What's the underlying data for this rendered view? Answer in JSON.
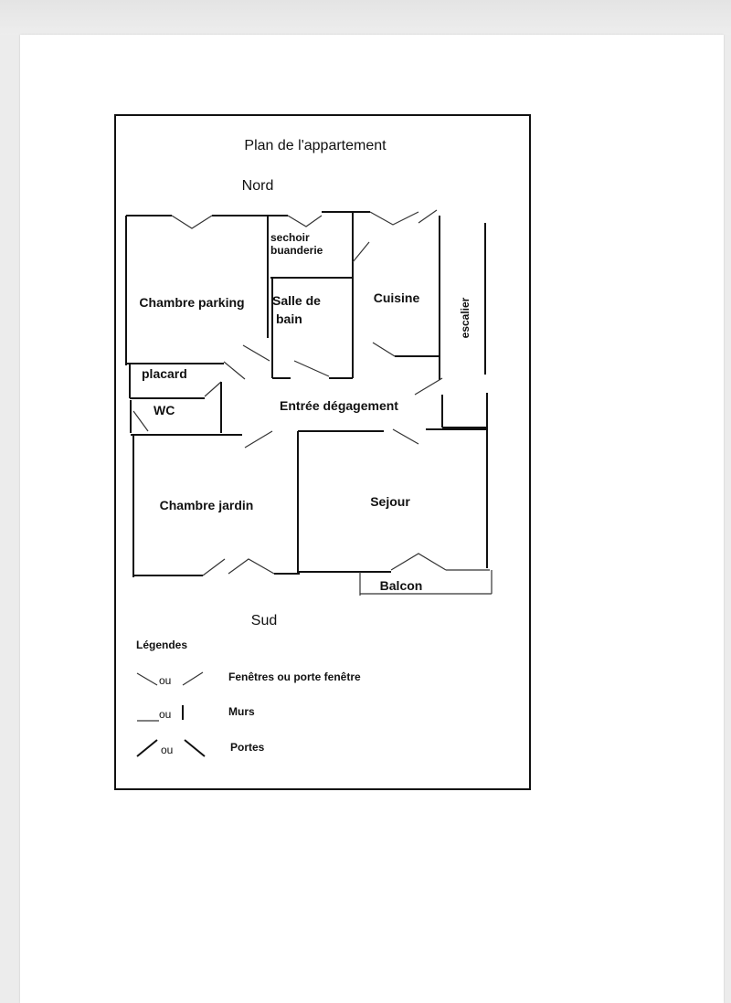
{
  "plan": {
    "title": "Plan de l'appartement",
    "north": "Nord",
    "south": "Sud",
    "rooms": {
      "chambre_parking": "Chambre parking",
      "sechoir": "sechoir",
      "buanderie": "buanderie",
      "salle_de_1": "Salle de",
      "salle_de_2": "bain",
      "cuisine": "Cuisine",
      "escalier": "escalier",
      "placard": "placard",
      "wc": "WC",
      "entree": "Entrée  dégagement",
      "chambre_jardin": "Chambre jardin",
      "sejour": "Sejour",
      "balcon": "Balcon"
    }
  },
  "legend": {
    "title": "Légendes",
    "ou": "ou",
    "windows": "Fenêtres ou porte fenêtre",
    "walls": "Murs",
    "doors": "Portes"
  }
}
